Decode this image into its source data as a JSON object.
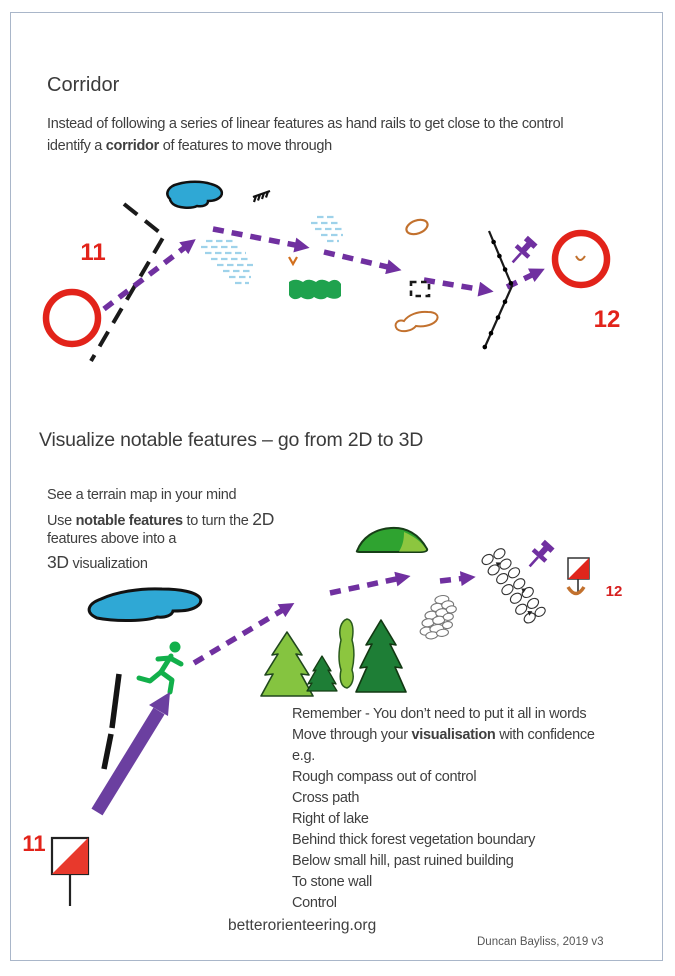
{
  "slide": {
    "section_corridor": {
      "title": "Corridor",
      "body_line1": "Instead of following a series of linear features as hand rails to get close to the control",
      "body_line2_pre": "identify a ",
      "body_line2_bold": "corridor",
      "body_line2_post": " of features to move through",
      "control_11": "11",
      "control_12": "12"
    },
    "section_visualize": {
      "title": "Visualize notable features – go from 2D to 3D",
      "intro_line1": "See a terrain map in your mind",
      "intro_line2_pre": "Use ",
      "intro_line2_bold": "notable features",
      "intro_line2_mid": " to turn the ",
      "intro_line2_big": "2D",
      "intro_line3": "features above into a",
      "intro_line4_big": "3D",
      "intro_line4_post": " visualization",
      "control_11": "11",
      "control_12": "12",
      "remember_line1": "Remember - You don’t need to put it all in words",
      "remember_line2_pre": "Move through your ",
      "remember_line2_bold": "visualisation",
      "remember_line2_post": " with confidence",
      "steps": [
        "e.g.",
        "Rough compass out of control",
        "Cross path",
        "Right of lake",
        "Behind thick forest vegetation boundary",
        "Below small hill, past ruined building",
        "To stone wall",
        "Control"
      ]
    },
    "footer": {
      "website": "betterorienteering.org",
      "credit": "Duncan Bayliss, 2019 v3"
    },
    "colors": {
      "route_purple": "#7030A0",
      "control_red": "#E2231A",
      "lake_blue": "#2FA8D5",
      "vegetation_green": "#1FA24E",
      "contour_brown": "#C2712E"
    }
  }
}
